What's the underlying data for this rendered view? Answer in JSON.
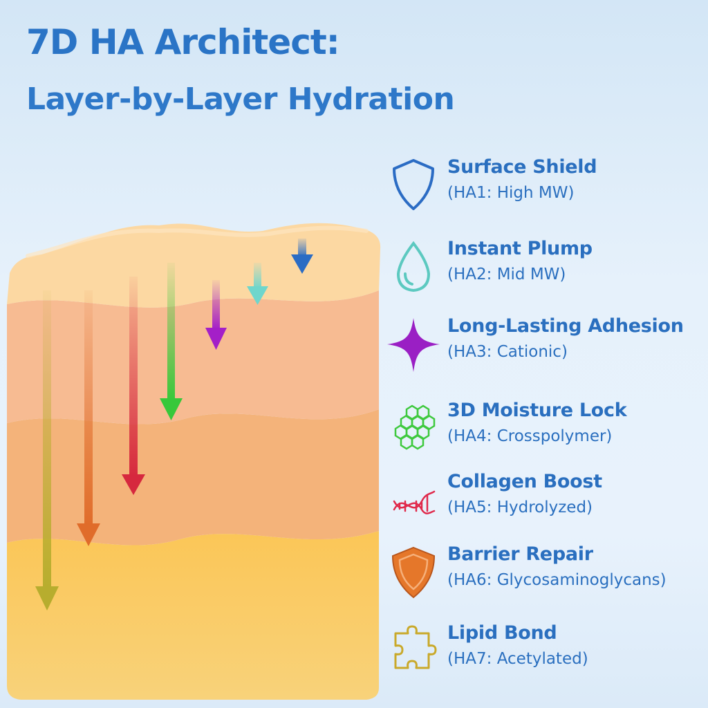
{
  "title": "7D HA Architect:",
  "subtitle": "Layer-by-Layer Hydration",
  "legend": [
    {
      "name": "Surface Shield",
      "detail": "(HA1: High MW)",
      "icon": "shield-outline-icon",
      "color": "#2b6cc4"
    },
    {
      "name": "Instant Plump",
      "detail": "(HA2: Mid MW)",
      "icon": "water-drop-icon",
      "color": "#5cc9c0"
    },
    {
      "name": "Long-Lasting Adhesion",
      "detail": "(HA3: Cationic)",
      "icon": "four-point-star-icon",
      "color": "#9a1fc4"
    },
    {
      "name": "3D Moisture Lock",
      "detail": "(HA4: Crosspolymer)",
      "icon": "hexagon-lattice-icon",
      "color": "#3ec93e"
    },
    {
      "name": "Collagen Boost",
      "detail": "(HA5: Hydrolyzed)",
      "icon": "dna-helix-icon",
      "color": "#e0284a"
    },
    {
      "name": "Barrier Repair",
      "detail": "(HA6: Glycosaminoglycans)",
      "icon": "shield-filled-icon",
      "color": "#e5772a"
    },
    {
      "name": "Lipid Bond",
      "detail": "(HA7: Acetylated)",
      "icon": "puzzle-piece-icon",
      "color": "#c9a92a"
    }
  ],
  "diagram": {
    "layer_colors": [
      "#fcd9a4",
      "#f6b98c",
      "#f3b07a",
      "#f8c45c"
    ],
    "arrow_colors": [
      "#2b6cc4",
      "#6fd6cc",
      "#a41fc8",
      "#37c83a",
      "#d6283e",
      "#e06c2a",
      "#b7ad2e"
    ]
  }
}
